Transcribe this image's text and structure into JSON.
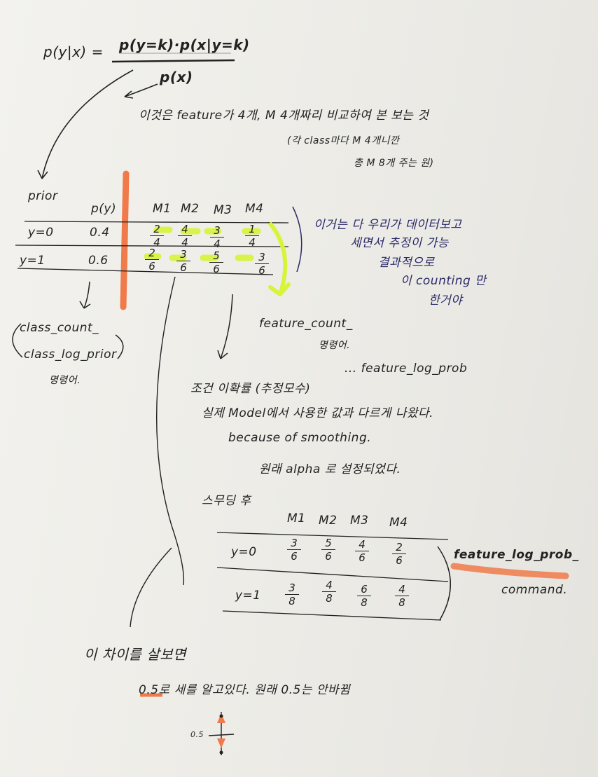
{
  "equation": {
    "lhs": "p(y|x) =",
    "numerator": "p(y=k)·p(x|y=k)",
    "denominator": "p(x)"
  },
  "notes": {
    "line1": "이것은 feature가 4개, M 4개짜리 비교하여 본 보는 것",
    "line2": "(각 class마다 M 4개니깐",
    "line3": "총 M 8개 주는 원)",
    "blue1": "이거는 다 우리가 데이터보고",
    "blue2": "세면서 추정이 가능",
    "blue3": "결과적으로",
    "blue4": "이 counting 만",
    "blue5": "한거야",
    "feature_count": "feature_count_",
    "feature_count_sub": "명령어.",
    "class_count": "class_count_",
    "class_log_prior": "class_log_prior",
    "class_sub": "명령어.",
    "cond1": "조건 이확률 (추정모수)",
    "feature_log_prob_top": "... feature_log_prob",
    "cond2": "실제 Model에서 사용한 값과 다르게 나왔다.",
    "cond3": "because of smoothing.",
    "cond4": "원래 alpha 로 설정되었다.",
    "after_smoothing": "스무딩 후",
    "feature_log_prob_side": "feature_log_prob_",
    "command": "command.",
    "diff1": "이 차이를 살보면",
    "diff2": "0.5로 세를 알고있다. 원래 0.5는 안바뀜",
    "scale_label": "0.5"
  },
  "table1": {
    "prior_label": "prior",
    "py_header": "p(y)",
    "m_headers": [
      "M1",
      "M2",
      "M3",
      "M4"
    ],
    "rows": [
      {
        "y": "y=0",
        "p": "0.4",
        "vals": [
          [
            "2",
            "4"
          ],
          [
            "4",
            "4"
          ],
          [
            "3",
            "4"
          ],
          [
            "1",
            "4"
          ]
        ]
      },
      {
        "y": "y=1",
        "p": "0.6",
        "vals": [
          [
            "2",
            "6"
          ],
          [
            "3",
            "6"
          ],
          [
            "5",
            "6"
          ],
          [
            "3",
            "6"
          ]
        ]
      }
    ]
  },
  "table2": {
    "m_headers": [
      "M1",
      "M2",
      "M3",
      "M4"
    ],
    "rows": [
      {
        "y": "y=0",
        "vals": [
          [
            "3",
            "6"
          ],
          [
            "5",
            "6"
          ],
          [
            "4",
            "6"
          ],
          [
            "2",
            "6"
          ]
        ]
      },
      {
        "y": "y=1",
        "vals": [
          [
            "3",
            "8"
          ],
          [
            "4",
            "8"
          ],
          [
            "6",
            "8"
          ],
          [
            "4",
            "8"
          ]
        ]
      }
    ]
  },
  "colors": {
    "ink": "#222222",
    "blue_ink": "#2a2a6a",
    "orange": "#f07a4a",
    "highlighter": "#d8f43a"
  }
}
